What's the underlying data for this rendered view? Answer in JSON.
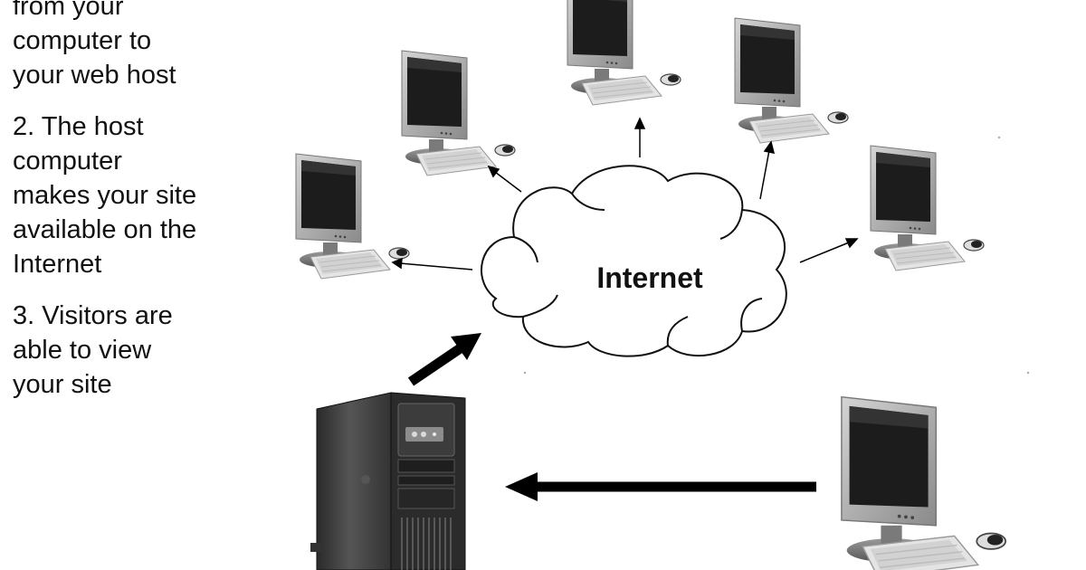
{
  "steps": [
    {
      "lines": [
        "from your",
        "computer to",
        "your web host"
      ]
    },
    {
      "lines": [
        "2. The host",
        "computer",
        "makes your site",
        "available on the",
        "Internet"
      ]
    },
    {
      "lines": [
        "3. Visitors are",
        "able to view",
        "your site"
      ]
    }
  ],
  "cloud": {
    "label": "Internet"
  },
  "icons": {
    "visitor": "desktop-computer-icon",
    "host": "tower-server-icon",
    "uploader": "desktop-computer-icon"
  },
  "colors": {
    "screen": "#1c1c1c",
    "monitor_body": "#a8a8a8",
    "server_body": "#3a3a3a",
    "arrow": "#000000"
  }
}
